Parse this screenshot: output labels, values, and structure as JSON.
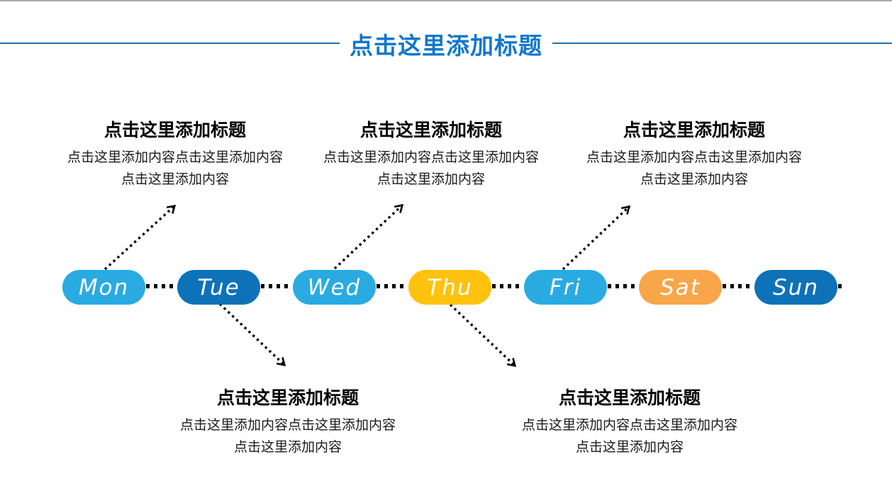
{
  "slide": {
    "title": "点击这里添加标题",
    "colors": {
      "title": "#1177CE",
      "rule": "#2173A6",
      "top_border": "#AAAAB2",
      "arrow": "#000000",
      "pill_text": "#FFFFFF"
    }
  },
  "timeline": {
    "items": [
      {
        "label": "Mon",
        "color": "#29ABE2"
      },
      {
        "label": "Tue",
        "color": "#0D72B8"
      },
      {
        "label": "Wed",
        "color": "#29ABE2"
      },
      {
        "label": "Thu",
        "color": "#FFC20E"
      },
      {
        "label": "Fri",
        "color": "#29ABE2"
      },
      {
        "label": "Sat",
        "color": "#F9A64A"
      },
      {
        "label": "Sun",
        "color": "#0D72B8"
      }
    ]
  },
  "callouts": [
    {
      "position": "top",
      "anchor": "Mon",
      "title": "点击这里添加标题",
      "content": "点击这里添加内容点击这里添加内容点击这里添加内容"
    },
    {
      "position": "top",
      "anchor": "Wed",
      "title": "点击这里添加标题",
      "content": "点击这里添加内容点击这里添加内容点击这里添加内容"
    },
    {
      "position": "top",
      "anchor": "Fri",
      "title": "点击这里添加标题",
      "content": "点击这里添加内容点击这里添加内容点击这里添加内容"
    },
    {
      "position": "bottom",
      "anchor": "Tue",
      "title": "点击这里添加标题",
      "content": "点击这里添加内容点击这里添加内容点击这里添加内容"
    },
    {
      "position": "bottom",
      "anchor": "Thu",
      "title": "点击这里添加标题",
      "content": "点击这里添加内容点击这里添加内容点击这里添加内容"
    }
  ]
}
